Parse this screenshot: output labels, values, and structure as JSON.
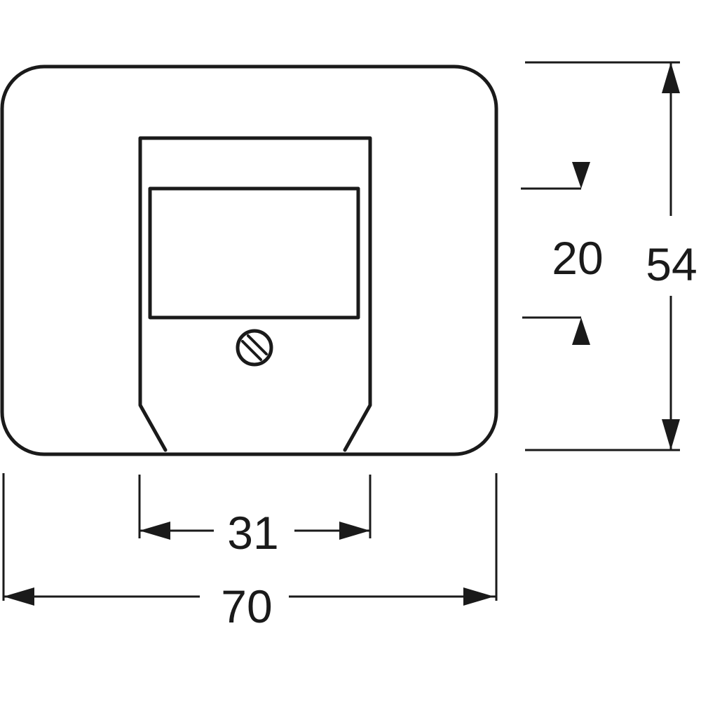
{
  "dimensions": {
    "width_total": "70",
    "width_insert": "31",
    "height_total": "54",
    "height_window": "20"
  },
  "colors": {
    "line": "#1a1a1a",
    "background": "#ffffff"
  }
}
